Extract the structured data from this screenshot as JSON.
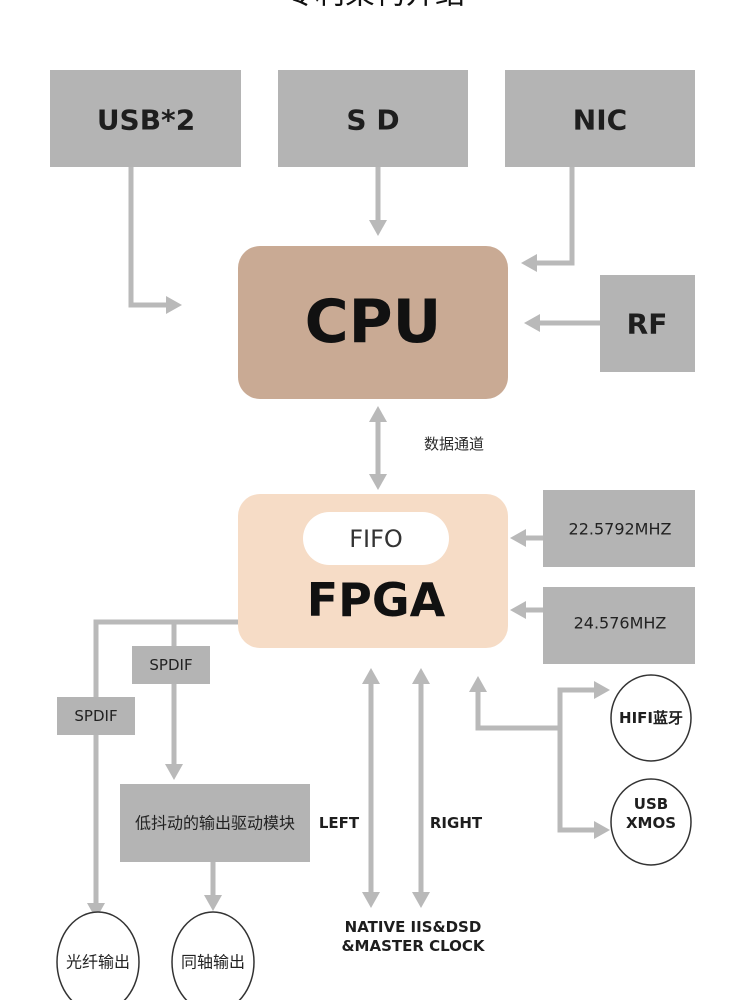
{
  "title": "专利架构介绍",
  "colors": {
    "cpu": "#c9aa94",
    "fpga": "#f6dcc6",
    "box": "#b4b4b4",
    "arrow": "#b9b9b9"
  },
  "inputs": {
    "usb": "USB*2",
    "sd": "S D",
    "nic": "NIC",
    "rf": "RF"
  },
  "cpu": "CPU",
  "data_channel": "数据通道",
  "fpga": {
    "title": "FPGA",
    "fifo": "FIFO"
  },
  "clocks": [
    "22.5792MHZ",
    "24.576MHZ"
  ],
  "spdif": [
    "SPDIF",
    "SPDIF"
  ],
  "driver_module": "低抖动的输出驱动模块",
  "outputs": {
    "optical": "光纤输出",
    "coaxial": "同轴输出"
  },
  "channels": {
    "left": "LEFT",
    "right": "RIGHT"
  },
  "native": [
    "NATIVE IIS&DSD",
    "&MASTER CLOCK"
  ],
  "peripherals": {
    "bluetooth": "HIFI蓝牙",
    "usb_xmos": [
      "USB",
      "XMOS"
    ]
  }
}
